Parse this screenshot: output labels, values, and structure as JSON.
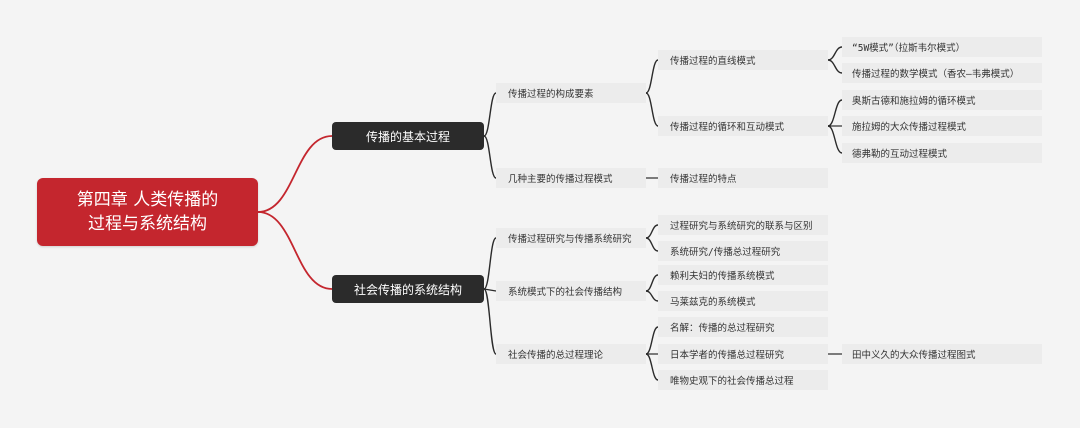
{
  "mindmap": {
    "root": {
      "line1": "第四章 人类传播的",
      "line2": "过程与系统结构"
    },
    "branches": [
      {
        "label": "传播的基本过程",
        "children": [
          {
            "label": "传播过程的构成要素",
            "children": [
              {
                "label": "传播过程的直线模式",
                "children": [
                  {
                    "label": "“5W模式”（拉斯韦尔模式）"
                  },
                  {
                    "label": "传播过程的数学模式（香农—韦弗模式）"
                  }
                ]
              },
              {
                "label": "传播过程的循环和互动模式",
                "children": [
                  {
                    "label": "奥斯古德和施拉姆的循环模式"
                  },
                  {
                    "label": "施拉姆的大众传播过程模式"
                  },
                  {
                    "label": "德弗勒的互动过程模式"
                  }
                ]
              }
            ]
          },
          {
            "label": "几种主要的传播过程模式",
            "children": [
              {
                "label": "传播过程的特点"
              }
            ]
          }
        ]
      },
      {
        "label": "社会传播的系统结构",
        "children": [
          {
            "label": "传播过程研究与传播系统研究",
            "children": [
              {
                "label": "过程研究与系统研究的联系与区别"
              },
              {
                "label": "系统研究/传播总过程研究"
              }
            ]
          },
          {
            "label": "系统模式下的社会传播结构",
            "children": [
              {
                "label": "赖利夫妇的传播系统模式"
              },
              {
                "label": "马莱兹克的系统模式"
              }
            ]
          },
          {
            "label": "社会传播的总过程理论",
            "children": [
              {
                "label": "名解：传播的总过程研究"
              },
              {
                "label": "日本学者的传播总过程研究",
                "children": [
                  {
                    "label": "田中义久的大众传播过程图式"
                  }
                ]
              },
              {
                "label": "唯物史观下的社会传播总过程"
              }
            ]
          }
        ]
      }
    ]
  },
  "colors": {
    "root_bg": "#c4262e",
    "main_bg": "#2b2b2b",
    "link_root": "#c4262e",
    "link": "#2b2b2b",
    "sub_bg": "#ececec",
    "background": "#f4f4f4"
  }
}
